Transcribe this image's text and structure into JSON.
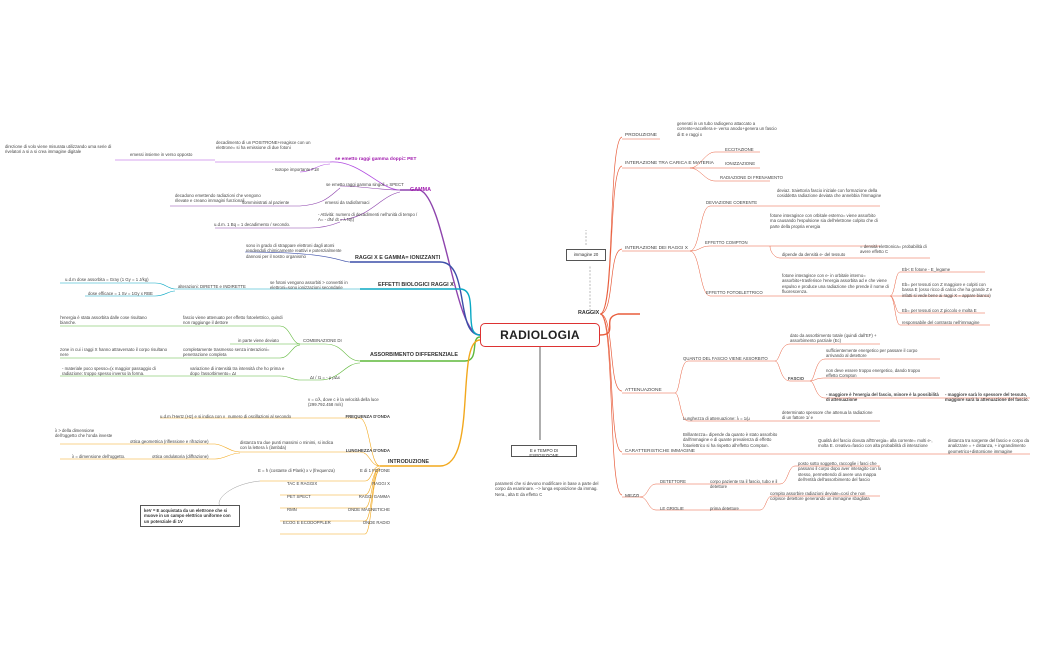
{
  "central": "RADIOLOGIA",
  "left": {
    "gamma": {
      "title": "GAMMA",
      "pet": "se emetto raggi gamma doppi= PET",
      "pet_desc": "decadimento di un POSITRONE+reagisce con un elettrone= si ha emissione di due fotoni",
      "pet_emessi": "emessi insieme in verso opposto",
      "pet_dir": "direzione di volo viene misurata utilizzando uma serie di rivelatori a si a si crea immagine digitale",
      "isotope": "- Isotope importante F18",
      "spect": "se emetto raggi gamma singoli = SPECT",
      "radiofarmaci": "emessi da radiofarmaci",
      "somministrati": "somministrati al paziente",
      "decadono": "decadono emettendo radiazioni che vengono rilevate e creano immagini funzionali",
      "attivita": "- Attività: numero di decadimenti nell'unità di tempo / A= - dN/ dt = λ N(t)",
      "unita": "u.d.m. 1 Bq = 1 decadimento / secondo."
    },
    "raggi_xg": {
      "title": "RAGGI X E GAMMA= IONIZZANTI",
      "desc": "sono in grado di strappare elettroni dagli atomi rendendoli chimicamente reattivi e potenzialmente dannosi per il nostro organismo"
    },
    "effetti": {
      "title": "EFFETTI BIOLOGICI RAGGI X",
      "desc": "se fotoni vengono assorbiti > convertiti in elettroni=sono ionizzazioni secondarie",
      "alterazioni": "alterazioni: DIRETTE e INDIRETTE",
      "dose_ass": "u.d.m dose assorbita = Gray (1 Gy = 1 J/kg)",
      "dose_eff": "dose efficace = 1 Sv = 1Gy x RBE"
    },
    "assorbimento": {
      "title": "ASSORBIMENTO DIFFERENZIALE",
      "combinazione": "COMBINAZIONE DI",
      "c1": "fascio viene attenuato per effetto fotoelettrico, quindi non raggiunge il dettore",
      "c1l": "l'energia è stata assorbita dalle cose risultano bianche.",
      "c2": "in parte viene deviato",
      "c3": "completamente trasmesso senza interazioni= penetrazione completa",
      "c3l": "zone in cui i raggi X hanno attraversato il corpo risultano nere",
      "formula": "ΔI / I1 = - μ ρΔx",
      "variazione": "variazione di intensità tra intensità che ho prima e dopo l'assorbimento= ΔI",
      "materiale": "- materiale poco spesso=(x maggior passaggio di radiazione: troppo spesso inverso la forma."
    },
    "introduzione": {
      "title": "INTRODUZIONE",
      "v": "v = c/λ, dove c è la velocità della luce (299.792.458 m/s)",
      "frequenza": "FREQUENZA D'ONDA",
      "freq_desc": "numero di oscillazioni al secondo",
      "freq_udm": "u.d.m l'Hertz (Hz) e si indica con ν",
      "lunghezza": "LUNGHEZZA D'ONDA",
      "lung_desc": "distanza tra due punti massimi o minimi, si indica con la lettera λ (lambda)",
      "ottica_geo": "ottica geometrica (riflessione e rifrazione)",
      "lambda_gt": "λ > della dimensione dell'oggetto che l'onda investe",
      "ottica_ond": "ottica ondulatoria (diffrazione)",
      "lambda_eq": "λ = dimensione dell'oggetto.",
      "e_formula": "E = h (costante di Plank) x ν (frequenza)",
      "e_fotone": "E di 1 FOTONE",
      "rows": [
        {
          "l": "TAC E RAGGIX",
          "r": "RAGGI X"
        },
        {
          "l": "PET SPECT",
          "r": "RAGGI GAMMA"
        },
        {
          "l": "RMN",
          "r": "ONDE MAGNETICHE"
        },
        {
          "l": "ECOG E ECODOPPLER",
          "r": "ONDE RADIO"
        }
      ],
      "box": "keV = E acquistata da un elettrone che si muove in un campo elettrico uniforme con un potenziale di 1V"
    }
  },
  "right": {
    "raggix": "RAGGIX",
    "immagine": "immagine 20",
    "produzione": "PRODUZIONE",
    "produzione_desc": "generati in un tubo radiogeno attaccato a corrente+accellera e- verso anodo+genera un fascio di E e raggi x",
    "interazione_carica": "INTERAZIONE TRA CARICA E MATERIA",
    "eccitazione": "ECCITAZIONE",
    "ionizzazione": "IONIZZAZIONE",
    "radiazione_fren": "RADIAZIONE DI FRENAMENTO",
    "interazione_raggi": "INTERAZIONE DEI RAGGI X",
    "deviazione": "DEVIAZIONE COERENTE",
    "deviazione_desc": "deviaz. traiettoria fascio iniziale con formazione della cosiddetta radiazione deviata che annebbia l'immagine",
    "compton": "EFFETTO COMPTON",
    "compton_desc": "fotone interagisce con orbitale esterno= viene assorbito ma causando l'espulsione sia dell'elettrone colpito che di parte della propria energia",
    "dipende": "dipende da densità e- del tessuto",
    "densita": "= densità elettronica= probabilità di avere effetto C",
    "fotoelettrico": "EFFETTO FOTOELETTRICO",
    "foto_desc": "fotone interagisce con e- in orbitale interno= assorbito+trasferisce l'energia assorbita ad e che viene espulso e produce una radiazione che prende il nome di fluorescenza.",
    "eb": "Eb< E fotone - E_legame",
    "eb2": "Eb= per tessuti con Z maggiore e colpiti con bassa E (osso ricco di calcio che ha grande Z e infatti si vede bene ai raggi X = appare bianco)",
    "eb3": "Eb= per tessuti con Z piccolo e molta E",
    "responsabile": "responsabile del contrasto nell'immagine",
    "attenuazione": "ATTENUAZIONE",
    "quanto": "QUANTO DEL FASCIO VIENE ASSORBITO",
    "dato": "dato da assorbimento totale (quindi dall'EF) + assorbimento parziale (Ec)",
    "fascio": "FASCIO",
    "f1": "sufficientemente energetico per passare il corpo arrivando al detettore",
    "f2": "non deve essere troppo energetico, dando troppo effetto Compton",
    "f3": "- maggiore è l'energia del fascio, minore è la possibilità di attenuazione",
    "f3r": "- maggiore sarà lo spessore del tessuto, maggiore sarà la attenuazione del fascio.",
    "lunghezza_att": "Lunghezza di attenuazione: λ = 1/μ",
    "lung_desc": "determinato spessore che attenua la radiazione di un fattore 1/ e",
    "caratteristiche": "CARATTERISTICHE IMMAGINE",
    "brillantezza": "Brillantezza= dipende da quanto è stato assorbito dall'immagine e di quante prevalenza di effetto fotoelettrico si ha rispetto all'effetto Compton.",
    "qualita": "Qualità del fascio dovuta all'Energia= alla corrente= molti e-, molta E. creativo=fascio con alta probabilità di interazione",
    "distanza": "distanza tra sorgente del fascio e corpo da analizzare = + distanza, + ingrandimento geometrico+distorsione immagine",
    "mezzi": "MEZZI",
    "detettore": "DETETTORE",
    "det_desc": "corpo paziente tra il fascio, tubo e il detettore",
    "posto": "posto sotto soggetto, raccoglie i fasci che passano il corpo dopo aver interagito con lo stesso, permettendo di avere una mappa dell'entità dell'assorbimento del fascio",
    "griglie": "LE GRIGLIE",
    "primadet": "prima detettore",
    "compito": "compito assorbire radiazioni deviate=così che non colpisce detettore generando un immagine sbagliata",
    "e_tempo": "E e TEMPO DI ESPOSIZIONE",
    "e_tempo_desc": "parametri che si devono modificare in base a parte del corpo da esaminare. --> lunga esposizione da immag. Nera., alta E da effetto C"
  }
}
